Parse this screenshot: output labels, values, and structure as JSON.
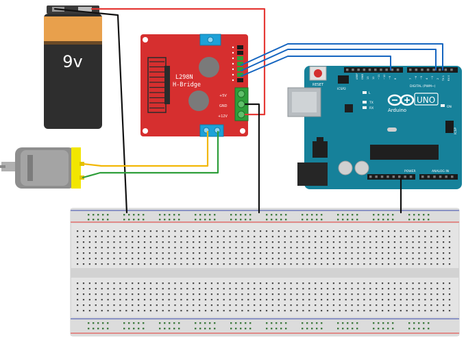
{
  "battery": {
    "label": "9v"
  },
  "hbridge": {
    "title": "L298N",
    "subtitle": "H-Bridge",
    "pin_5v": "+5V",
    "pin_gnd": "GND",
    "pin_12v": "+12V"
  },
  "arduino": {
    "brand": "Arduino",
    "model": "UNO",
    "reset": "RESET",
    "icsp2": "ICSP2",
    "icsp": "ICSP",
    "digital": "DIGITAL (PWM~)",
    "power": "POWER",
    "analog": "ANALOG IN",
    "on": "ON",
    "led_l": "L",
    "tx": "TX",
    "rx": "RX",
    "aref": "AREF",
    "gnd": "GND",
    "pin_13": "13",
    "pin_12": "12",
    "pin_11": "~11",
    "pin_10": "~10",
    "pin_9": "~9",
    "pin_8": "8",
    "pin_7": "7",
    "pin_6": "~6",
    "pin_5": "~5",
    "pin_4": "4",
    "pin_3": "~3",
    "pin_2": "2",
    "pin_tx": "TX 1",
    "pin_rx": "RX 0"
  },
  "colors": {
    "wire_red": "#e53935",
    "wire_black": "#111111",
    "wire_blue": "#1565c0",
    "wire_yellow": "#f2b705",
    "wire_green": "#2e9e3a",
    "board_red": "#d62f2f",
    "board_arduino": "#16819a",
    "terminal_blue": "#1da1d8",
    "battery_orange": "#e8a04c"
  }
}
